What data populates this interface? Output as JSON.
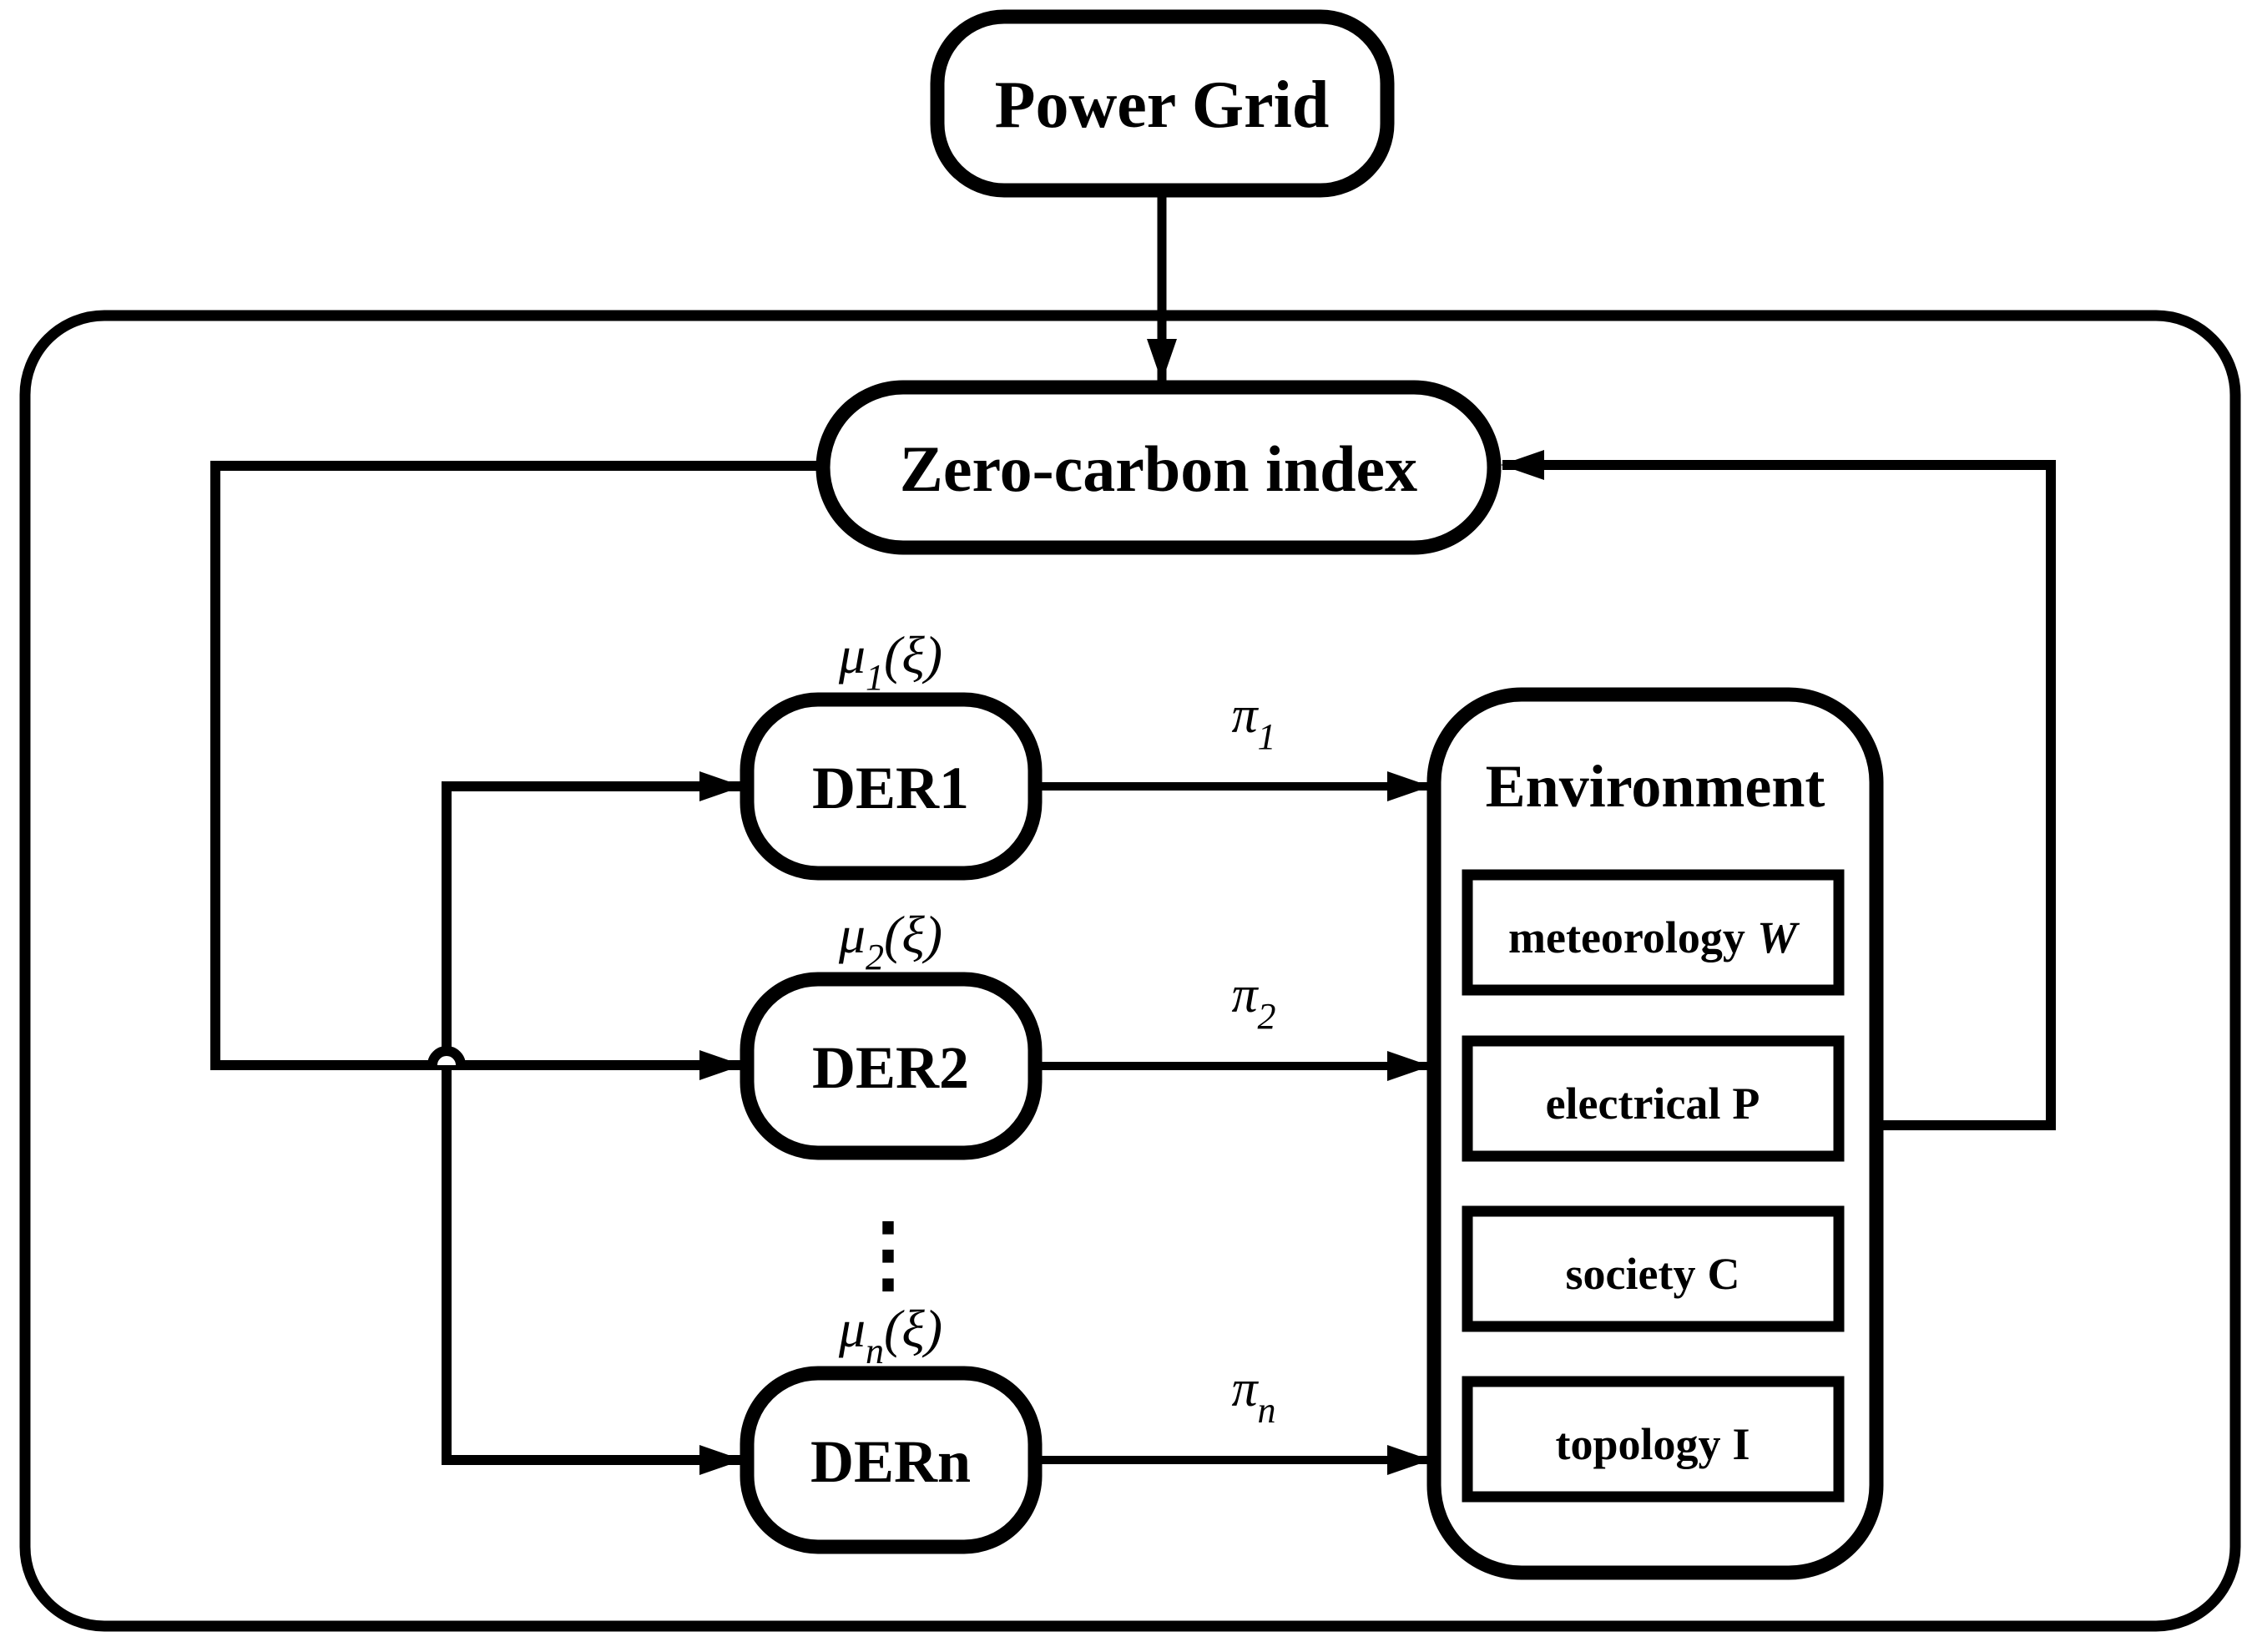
{
  "colors": {
    "ink": "#000000",
    "background": "#ffffff"
  },
  "nodes": {
    "power_grid": {
      "label": "Power Grid"
    },
    "zero_carbon": {
      "label": "Zero-carbon index"
    },
    "environment": {
      "title": "Environment",
      "items": [
        {
          "name": "meteorology",
          "symbol": "W"
        },
        {
          "name": "electrical",
          "symbol": "P"
        },
        {
          "name": "society",
          "symbol": "C"
        },
        {
          "name": "topology",
          "symbol": "I"
        }
      ]
    },
    "ders": [
      {
        "label": "DER1",
        "mu": {
          "base": "μ",
          "sub": "1",
          "arg": "(ξ)"
        },
        "pi": {
          "base": "π",
          "sub": "1"
        }
      },
      {
        "label": "DER2",
        "mu": {
          "base": "μ",
          "sub": "2",
          "arg": "(ξ)"
        },
        "pi": {
          "base": "π",
          "sub": "2"
        }
      },
      {
        "label": "DERn",
        "mu": {
          "base": "μ",
          "sub": "n",
          "arg": "(ξ)"
        },
        "pi": {
          "base": "π",
          "sub": "n"
        }
      }
    ],
    "ellipsis": "⋮"
  }
}
